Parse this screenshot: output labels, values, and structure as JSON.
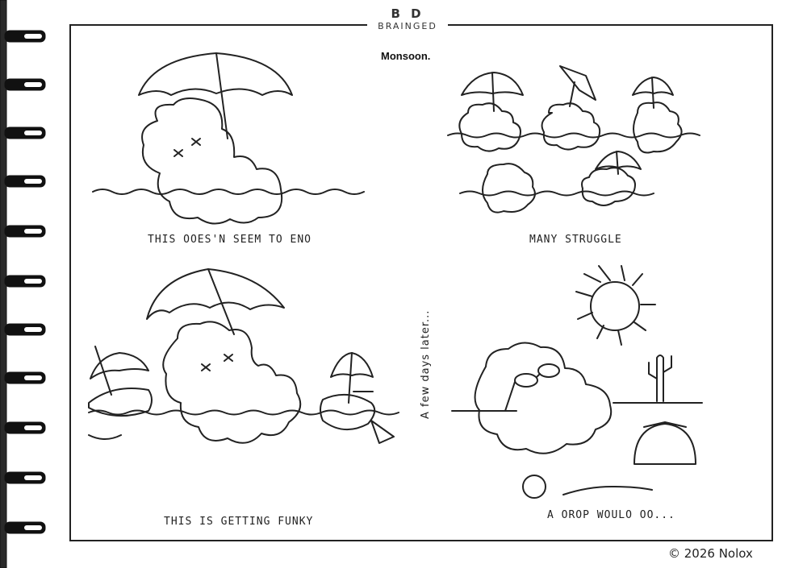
{
  "logo": {
    "letters": "B D",
    "word": "BRAINGED"
  },
  "title": "Monsoon.",
  "panels": [
    {
      "caption": "THIS OOES'N SEEM TO ENO"
    },
    {
      "caption": "MANY STRUGGLE"
    },
    {
      "caption": "THIS IS GETTING FUNKY"
    },
    {
      "caption": "A OROP WOULO OO..."
    }
  ],
  "transition": "A few days later...",
  "copyright": "© 2026  Nolox",
  "colors": {
    "paper": "#ffffff",
    "ink": "#222222",
    "binding": "#1a1a1a"
  }
}
